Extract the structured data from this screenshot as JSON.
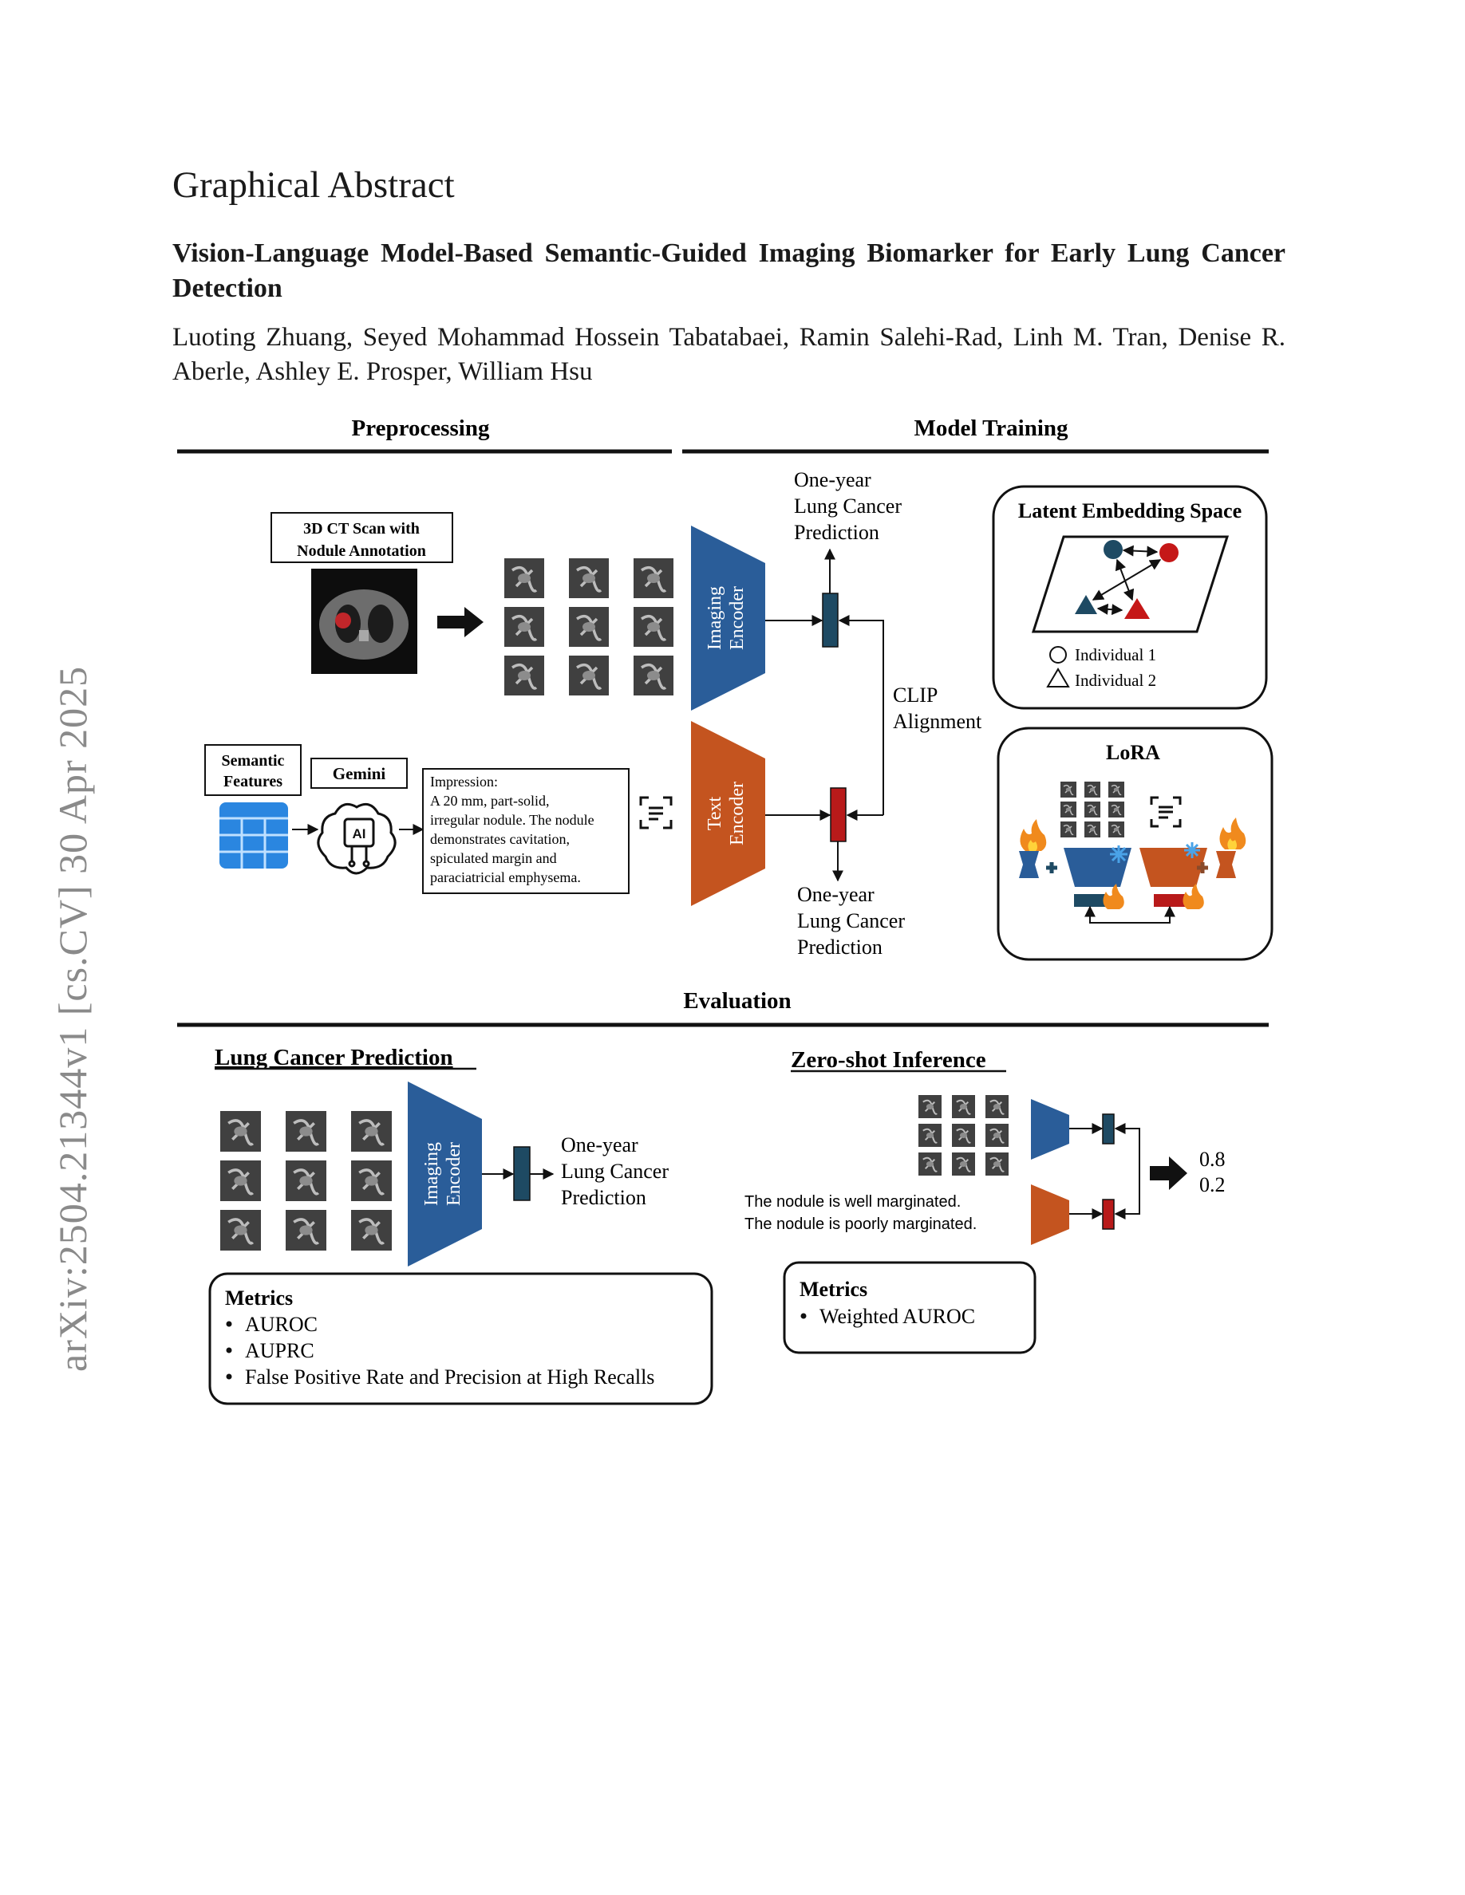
{
  "sidebar": {
    "arxiv_id": "arXiv:2504.21344v1  [cs.CV]  30 Apr 2025"
  },
  "header": {
    "section": "Graphical Abstract",
    "title": "Vision-Language Model-Based Semantic-Guided Imaging Biomarker for Early Lung Cancer Detection",
    "authors": "Luoting Zhuang, Seyed Mohammad Hossein Tabatabaei, Ramin Salehi-Rad, Linh M. Tran, Denise R. Aberle, Ashley E. Prosper, William Hsu"
  },
  "figure": {
    "preprocessing": {
      "heading": "Preprocessing",
      "ct_label_1": "3D CT Scan with",
      "ct_label_2": "Nodule Annotation",
      "semantic_1": "Semantic",
      "semantic_2": "Features",
      "gemini": "Gemini",
      "ai_chip": "AI",
      "impression": [
        "Impression:",
        "A 20 mm, part-solid,",
        "irregular nodule. The nodule",
        "demonstrates cavitation,",
        "spiculated margin and",
        "paraciatricial emphysema."
      ]
    },
    "training": {
      "heading": "Model Training",
      "imaging_encoder_1": "Imaging",
      "imaging_encoder_2": "Encoder",
      "text_encoder_1": "Text",
      "text_encoder_2": "Encoder",
      "pred_top": [
        "One-year",
        "Lung Cancer",
        "Prediction"
      ],
      "pred_bottom": [
        "One-year",
        "Lung Cancer",
        "Prediction"
      ],
      "clip_1": "CLIP",
      "clip_2": "Alignment",
      "latent_title": "Latent Embedding Space",
      "legend_1": "Individual 1",
      "legend_2": "Individual 2",
      "lora_title": "LoRA"
    },
    "evaluation": {
      "heading": "Evaluation",
      "lcp_title": "Lung Cancer Prediction",
      "encoder_1": "Imaging",
      "encoder_2": "Encoder",
      "pred": [
        "One-year",
        "Lung Cancer",
        "Prediction"
      ],
      "metrics_title": "Metrics",
      "metrics": [
        "AUROC",
        "AUPRC",
        "False Positive Rate and Precision at High Recalls"
      ],
      "zs_title": "Zero-shot Inference",
      "zs_text_1": "The nodule is well marginated.",
      "zs_text_2": "The nodule is poorly marginated.",
      "zs_score_1": "0.8",
      "zs_score_2": "0.2",
      "zs_metrics_title": "Metrics",
      "zs_metrics": [
        "Weighted AUROC"
      ]
    }
  },
  "colors": {
    "blue": "#2a5d99",
    "orange": "#c4541f",
    "teal": "#1e4a63",
    "red": "#b81a1a",
    "orange_light": "#d0622a"
  }
}
